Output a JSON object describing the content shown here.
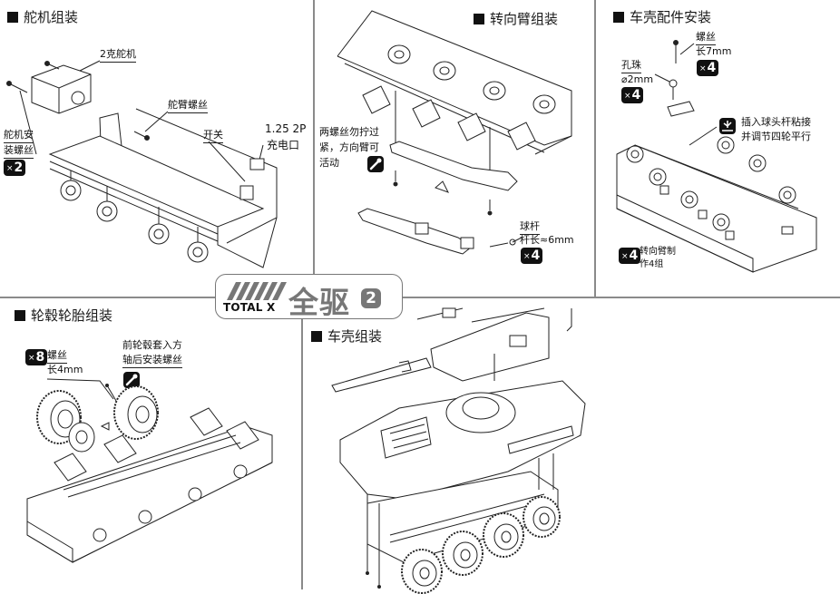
{
  "brand": {
    "logo_en": "TOTAL X",
    "logo_cn": "全驱",
    "page_number": "2",
    "accent_gray": "#777777",
    "ink": "#111111"
  },
  "panels": {
    "servo": {
      "title": "舵机组装",
      "labels": {
        "servo_2g": "2克舵机",
        "arm_screw": "舵臂螺丝",
        "mount_screw_line1": "舵机安",
        "mount_screw_line2": "装螺丝",
        "switch": "开关",
        "charge_spec": "1.25 2P",
        "charge_port": "充电口"
      },
      "badges": {
        "mount_screw_qty": "2"
      }
    },
    "steering": {
      "title": "转向臂组装",
      "labels": {
        "note_line1": "两螺丝勿拧过",
        "note_line2": "紧，方向臂可",
        "note_line3": "活动",
        "ball_rod": "球杆",
        "ball_rod_len": "杆长≈6mm"
      },
      "badges": {
        "ball_rod_qty": "4"
      },
      "icons": [
        "screwdriver-icon"
      ]
    },
    "shell_parts": {
      "title": "车壳配件安装",
      "labels": {
        "screw": "螺丝",
        "screw_len": "长7mm",
        "bead": "孔珠",
        "bead_dia": "⌀2mm",
        "glue_line1": "插入球头杆粘接",
        "glue_line2": "并调节四轮平行",
        "arm_make_line1": "转向臂制",
        "arm_make_line2": "作4组"
      },
      "badges": {
        "screw_qty": "4",
        "bead_qty": "4",
        "arm_qty": "4"
      },
      "icons": [
        "glue-icon"
      ]
    },
    "wheels": {
      "title": "轮毂轮胎组装",
      "labels": {
        "screw": "螺丝",
        "screw_len": "长4mm",
        "note_line1": "前轮毂套入方",
        "note_line2": "轴后安装螺丝"
      },
      "badges": {
        "screw_qty": "8"
      },
      "icons": [
        "screwdriver-icon"
      ]
    },
    "body": {
      "title": "车壳组装"
    }
  }
}
